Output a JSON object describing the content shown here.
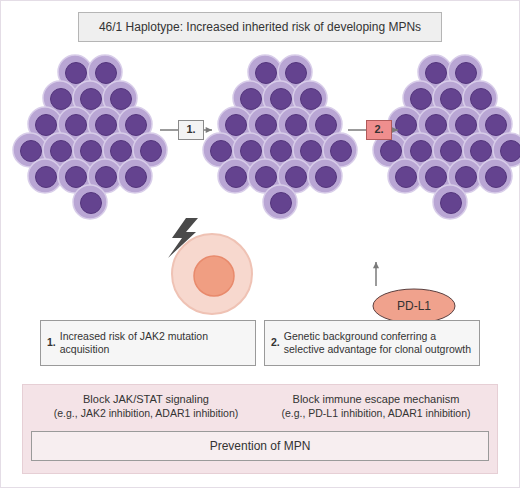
{
  "diagram": {
    "nodes": [
      {
        "text": [
          "46/1 Haplotype: Increased inherited risk of developing MPNs"
        ]
      },
      {
        "text": [
          "1."
        ]
      },
      {
        "text": [
          "2."
        ]
      },
      {
        "text": [
          "PD-L1"
        ]
      },
      {
        "text": [
          "1.",
          "Increased risk of JAK2 mutation acquisition"
        ]
      },
      {
        "text": [
          "2.",
          "Genetic background conferring a selective advantage for clonal outgrowth"
        ]
      },
      {
        "text": [
          "Block JAK/STAT signaling",
          "(e.g., JAK2 inhibition, ADAR1 inhibition)",
          "Block immune escape mechanism",
          "(e.g., PD-L1 inhibition, ADAR1 inhibition)"
        ]
      },
      {
        "text": [
          "Prevention of MPN"
        ],
        "in": 6
      }
    ]
  }
}
